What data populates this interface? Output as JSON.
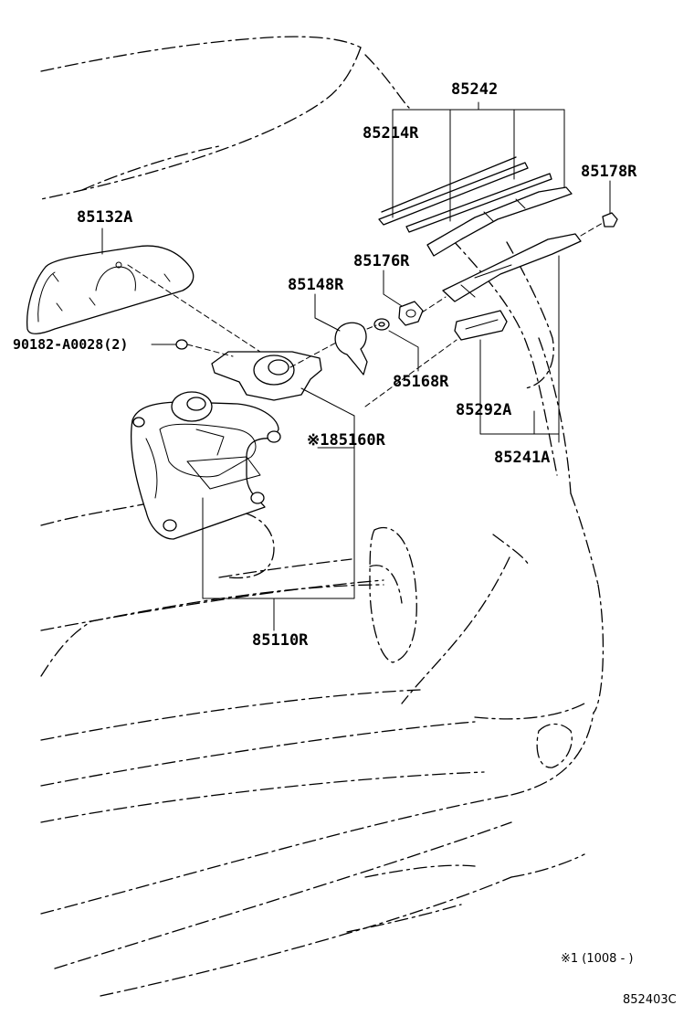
{
  "callouts": {
    "p85242": "85242",
    "p85214R": "85214R",
    "p85178R": "85178R",
    "p85132A": "85132A",
    "p85176R": "85176R",
    "p85148R": "85148R",
    "p90182": "90182-A0028(2)",
    "p85168R": "85168R",
    "p85292A": "85292A",
    "p85160R": "※185160R",
    "p85241A": "85241A",
    "p85110R": "85110R"
  },
  "footnote": "※1 (1008 -     )",
  "diagram_code": "852403C"
}
